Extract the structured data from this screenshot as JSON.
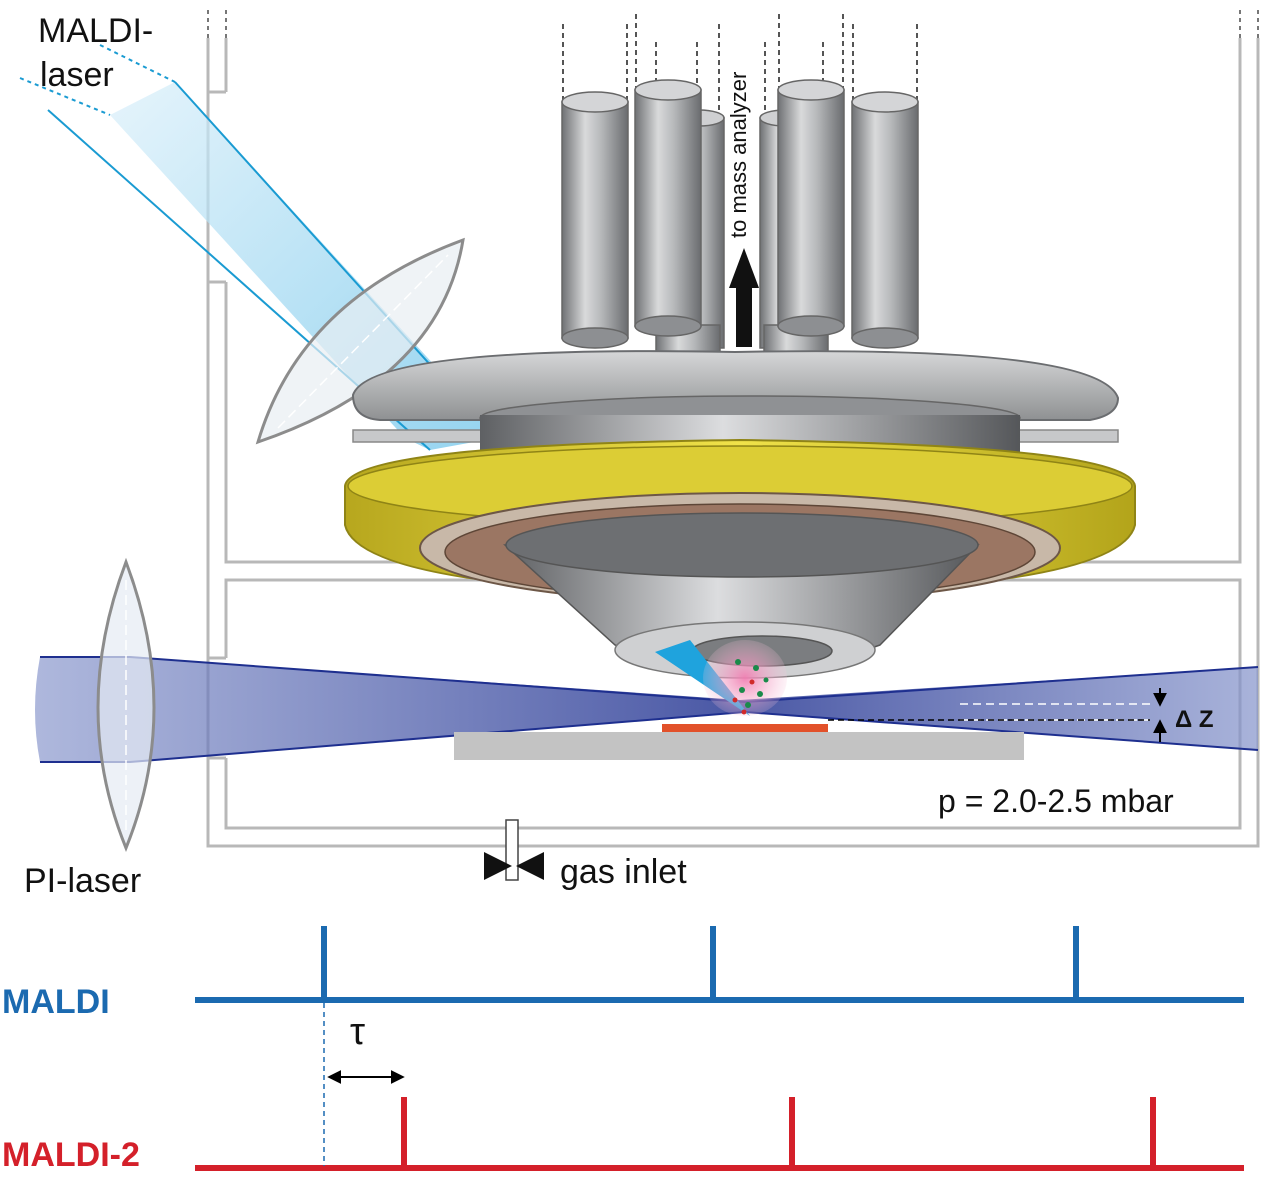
{
  "labels": {
    "maldi_laser_line1": "MALDI-",
    "maldi_laser_line2": "laser",
    "pi_laser": "PI-laser",
    "to_mass_analyzer": "to mass analyzer",
    "delta_z": "Δ Z",
    "pressure": "p = 2.0-2.5 mbar",
    "gas_inlet": "gas inlet"
  },
  "timing": {
    "maldi_label": "MALDI",
    "maldi2_label": "MALDI-2",
    "tau": "τ",
    "maldi_color": "#1b6ab0",
    "maldi2_color": "#d4202a"
  },
  "colors": {
    "chamber": "#bcbcbc",
    "steel": "#9a9c9e",
    "gold_ring": "#d7c93b",
    "copper_ring": "#a07a64",
    "maldi_beam": "#9fd1ea",
    "pi_beam": "#2b3d99",
    "sample": "#e2512a",
    "stage": "#c3c3c3"
  }
}
